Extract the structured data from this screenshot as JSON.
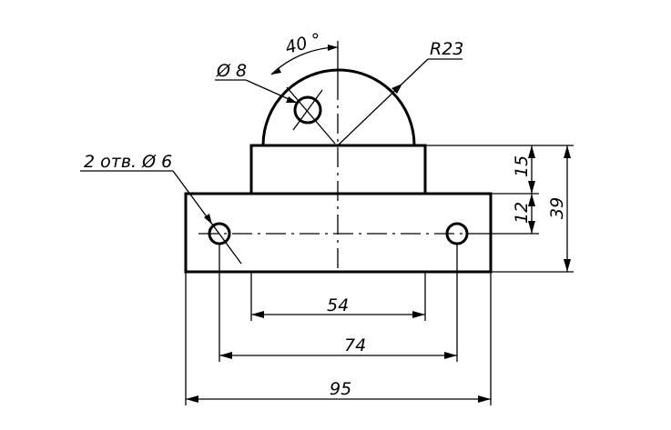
{
  "dimensions": {
    "width_54": "54",
    "width_74": "74",
    "width_95": "95",
    "height_15": "15",
    "height_12": "12",
    "height_39": "39"
  },
  "annotations": {
    "angle": "40 °",
    "radius": "R23",
    "hole_top": "Ø 8",
    "holes_side": "2 отв. Ø 6"
  },
  "colors": {
    "line": "#000000",
    "background": "#ffffff"
  }
}
